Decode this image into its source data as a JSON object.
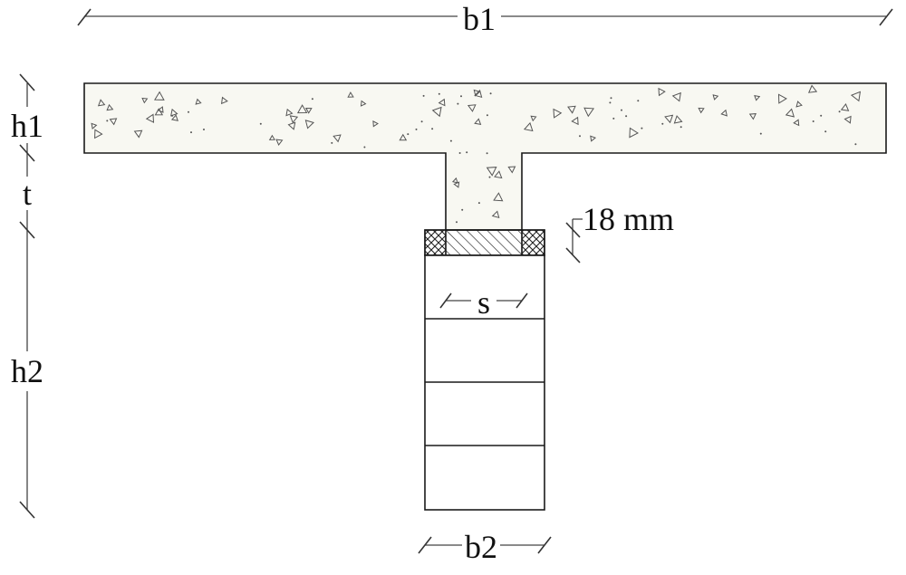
{
  "diagram": {
    "labels": {
      "flange_width": "b1",
      "flange_depth": "h1",
      "web_depth": "t",
      "beam_depth": "h2",
      "beam_width": "b2",
      "bond_layer_thickness": "18 mm",
      "spacing": "s"
    },
    "colors": {
      "concrete": "#f8f8f2",
      "outline": "#1a1a1a",
      "dimension": "#444444"
    }
  }
}
